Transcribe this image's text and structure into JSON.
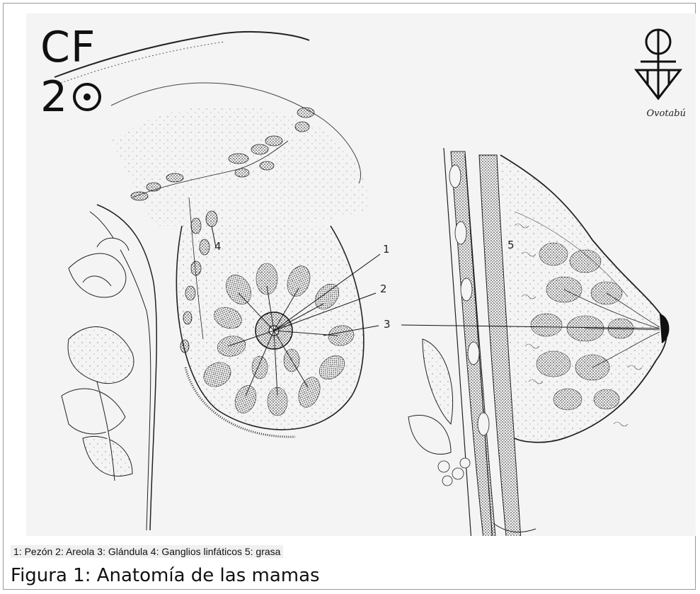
{
  "logo": {
    "line1": "CF",
    "line2": "2",
    "line2_symbol": "sun-circle-icon"
  },
  "brand": {
    "name": "Ovotabú",
    "symbol": "ovotabu-symbol-icon"
  },
  "labels": [
    "1",
    "2",
    "3",
    "4",
    "5"
  ],
  "legend": "1: Pezón 2: Areola 3: Glándula 4: Ganglios linfáticos 5: grasa",
  "caption": "Figura 1: Anatomía de las mamas",
  "colors": {
    "ink": "#111111",
    "background": "#f4f4f4",
    "lobule": "#555555"
  }
}
